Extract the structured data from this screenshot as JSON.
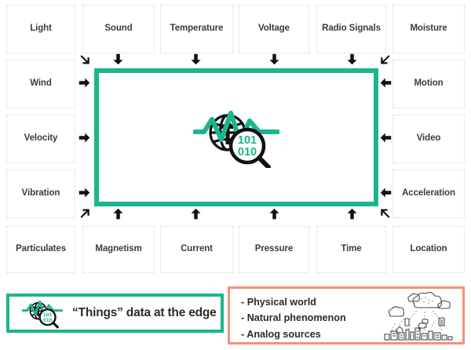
{
  "diagram": {
    "title_icon": "things-data-edge-icon",
    "center": {
      "icon_name": "globe-waveform-magnifier-icon",
      "binary_top": "101",
      "binary_bottom": "010"
    },
    "top_row": [
      {
        "label": "Light"
      },
      {
        "label": "Sound"
      },
      {
        "label": "Temperature"
      },
      {
        "label": "Voltage"
      },
      {
        "label": "Radio Signals"
      },
      {
        "label": "Moisture"
      }
    ],
    "left_column": [
      {
        "label": "Wind"
      },
      {
        "label": "Velocity"
      },
      {
        "label": "Vibration"
      }
    ],
    "right_column": [
      {
        "label": "Motion"
      },
      {
        "label": "Video"
      },
      {
        "label": "Acceleration"
      }
    ],
    "bottom_row": [
      {
        "label": "Particulates"
      },
      {
        "label": "Magnetism"
      },
      {
        "label": "Current"
      },
      {
        "label": "Pressure"
      },
      {
        "label": "Time"
      },
      {
        "label": "Location"
      }
    ],
    "arrows": {
      "top": [
        "down-right-arrow-icon",
        "down-arrow-icon",
        "down-arrow-icon",
        "down-arrow-icon",
        "down-arrow-icon",
        "down-left-arrow-icon"
      ],
      "left": [
        "right-arrow-icon",
        "right-arrow-icon",
        "right-arrow-icon"
      ],
      "right": [
        "left-arrow-icon",
        "left-arrow-icon",
        "left-arrow-icon"
      ],
      "bottom": [
        "up-right-arrow-icon",
        "up-arrow-icon",
        "up-arrow-icon",
        "up-arrow-icon",
        "up-arrow-icon",
        "up-left-arrow-icon"
      ]
    }
  },
  "legend": {
    "icon_name": "things-data-edge-icon",
    "text": "“Things” data at the edge"
  },
  "sources": {
    "items": [
      "- Physical world",
      "- Natural phenomenon",
      "- Analog sources"
    ],
    "art_name": "cloud-city-devices-illustration"
  },
  "colors": {
    "edge_green": "#1ab68c",
    "sources_coral": "#f2927a",
    "cell_border": "#d6d6d6",
    "text": "#3c3c3c"
  }
}
